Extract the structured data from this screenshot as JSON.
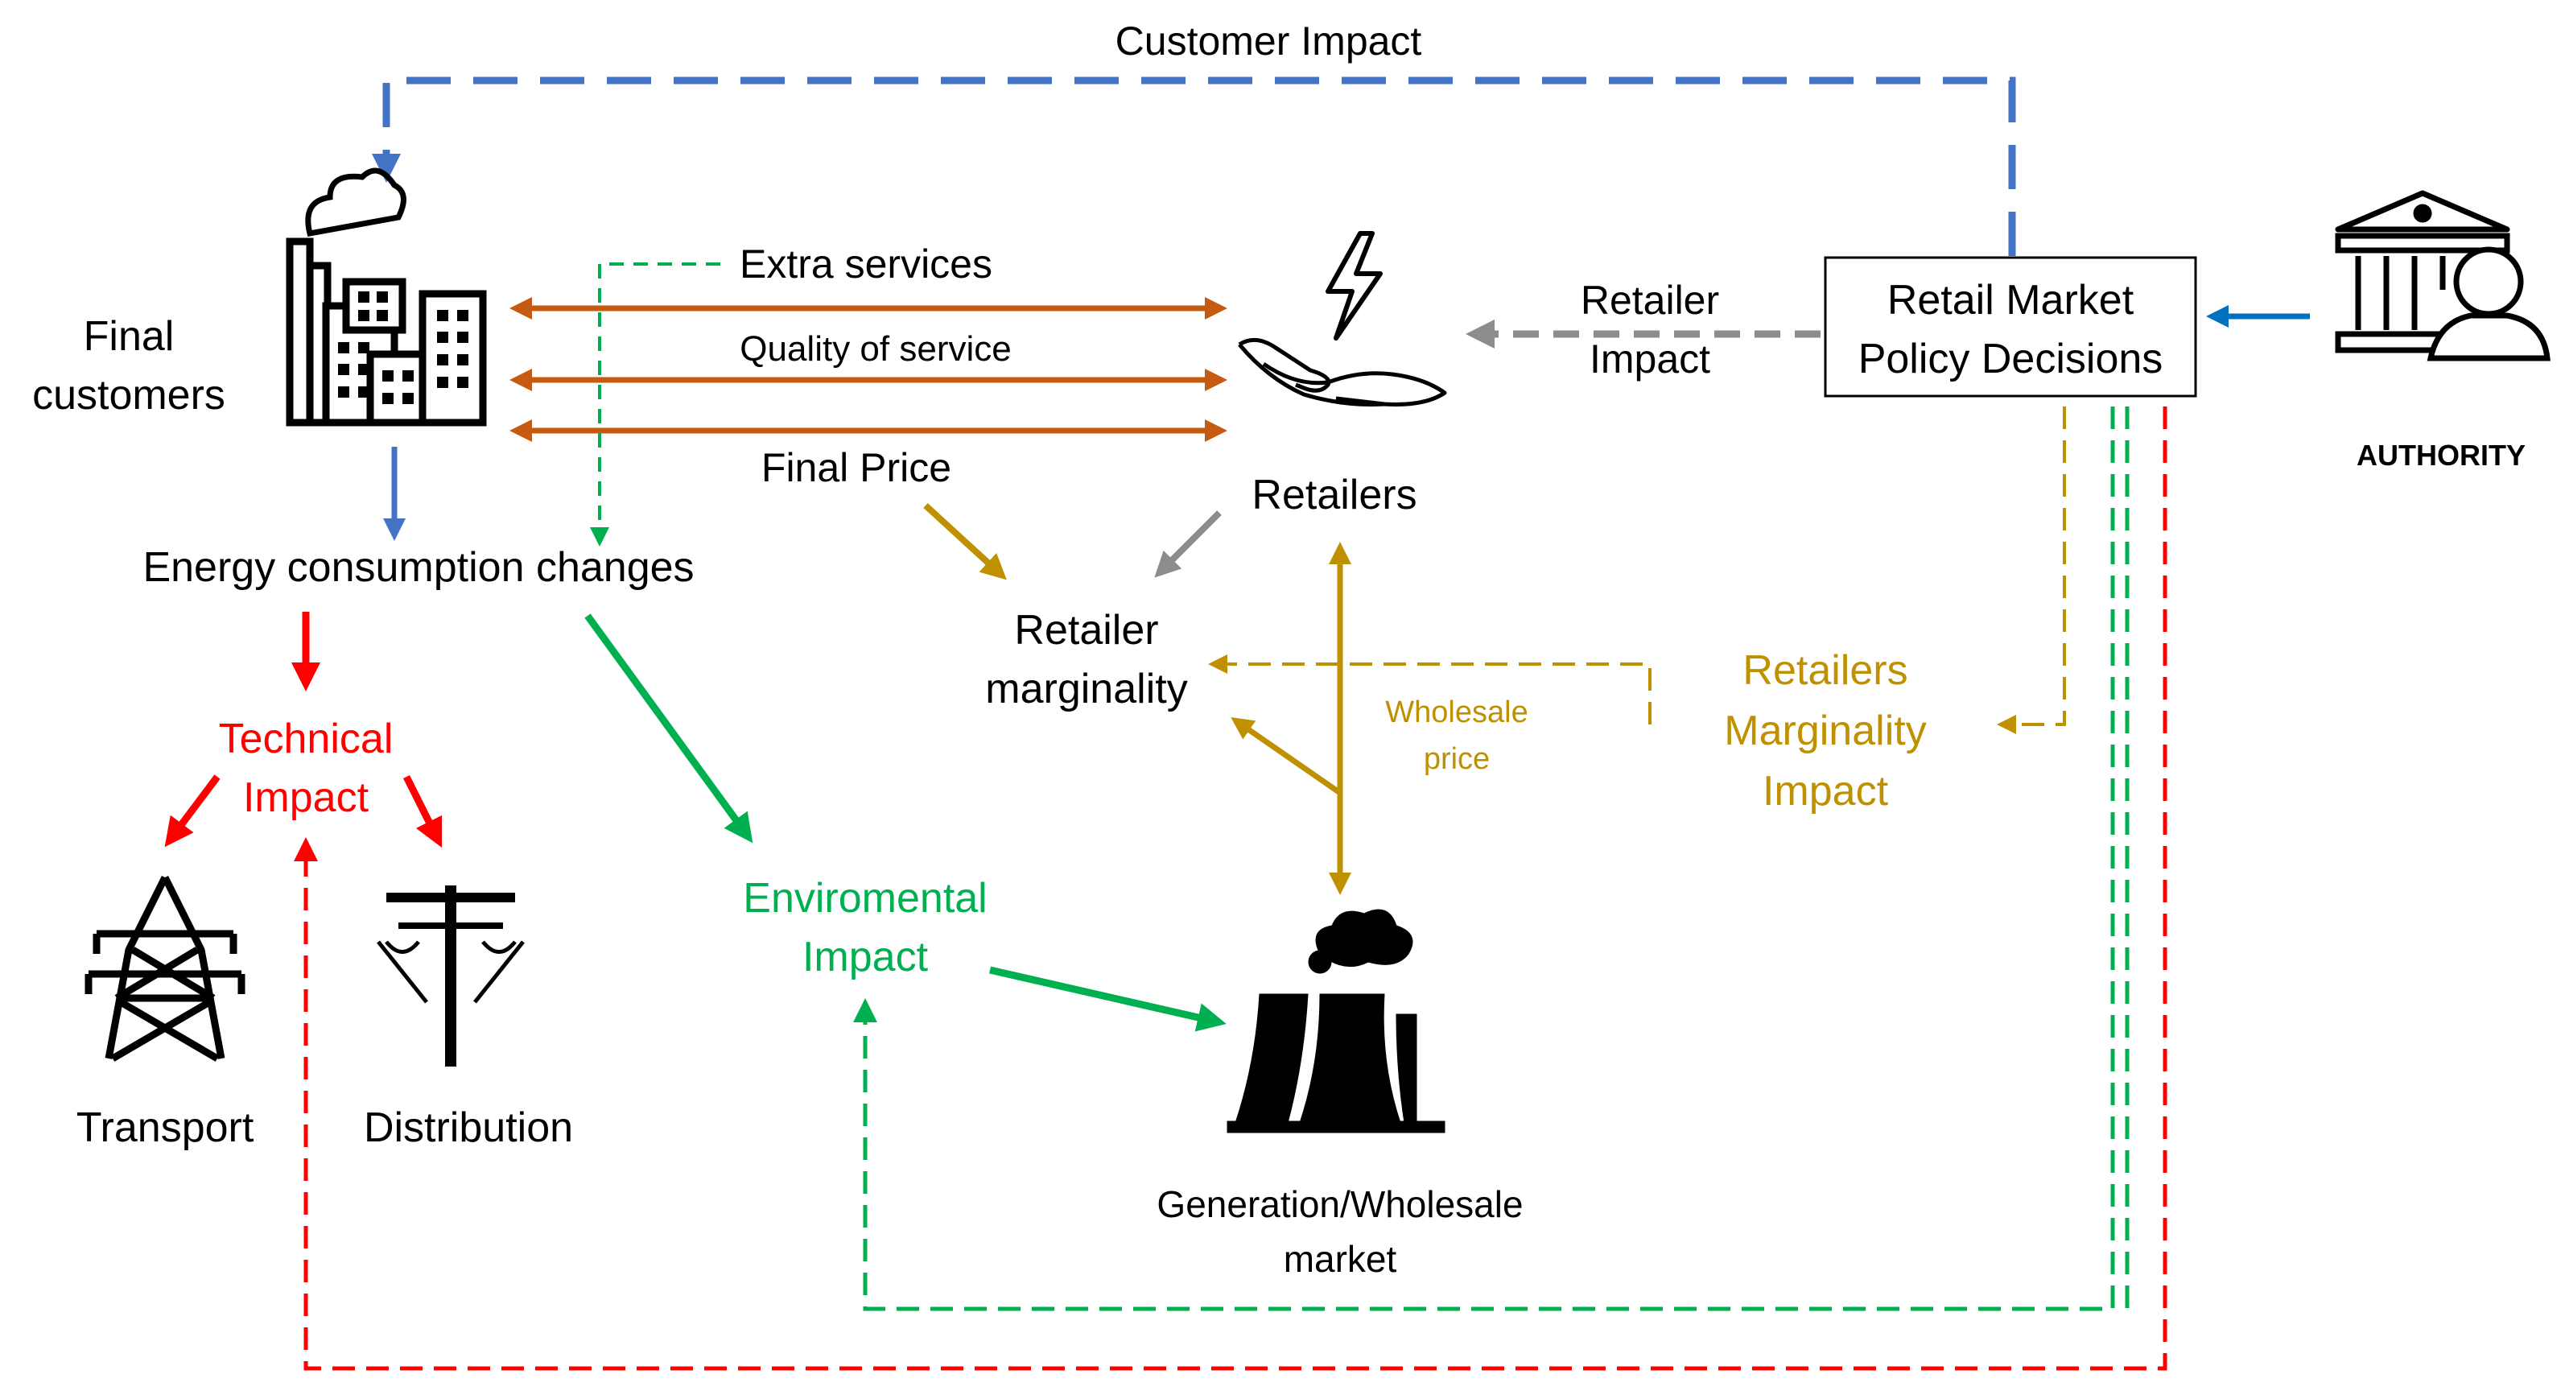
{
  "colors": {
    "blue": "#4472C4",
    "blue_arrow": "#0070C0",
    "orange": "#C55A11",
    "gold": "#BF9000",
    "grey": "#8C8C8C",
    "red": "#FF0000",
    "green": "#00B050",
    "black": "#000000"
  },
  "labels": {
    "customer_impact": "Customer Impact",
    "final_customers_1": "Final",
    "final_customers_2": "customers",
    "extra_services": "Extra services",
    "quality_of_service": "Quality of service",
    "final_price": "Final Price",
    "retailer_impact_1": "Retailer",
    "retailer_impact_2": "Impact",
    "policy_1": "Retail Market",
    "policy_2": "Policy Decisions",
    "authority": "AUTHORITY",
    "retailers": "Retailers",
    "energy_consumption": "Energy consumption changes",
    "retailer_marginality_1": "Retailer",
    "retailer_marginality_2": "marginality",
    "wholesale_price_1": "Wholesale",
    "wholesale_price_2": "price",
    "retailers_marginality_impact_1": "Retailers",
    "retailers_marginality_impact_2": "Marginality",
    "retailers_marginality_impact_3": "Impact",
    "technical_impact_1": "Technical",
    "technical_impact_2": "Impact",
    "environmental_impact_1": "Enviromental",
    "environmental_impact_2": "Impact",
    "transport": "Transport",
    "distribution": "Distribution",
    "generation_1": "Generation/Wholesale",
    "generation_2": "market"
  },
  "icons": [
    "factory-city-icon",
    "hand-lightning-icon",
    "authority-building-person-icon",
    "transmission-tower-icon",
    "distribution-pole-icon",
    "power-plant-icon"
  ]
}
